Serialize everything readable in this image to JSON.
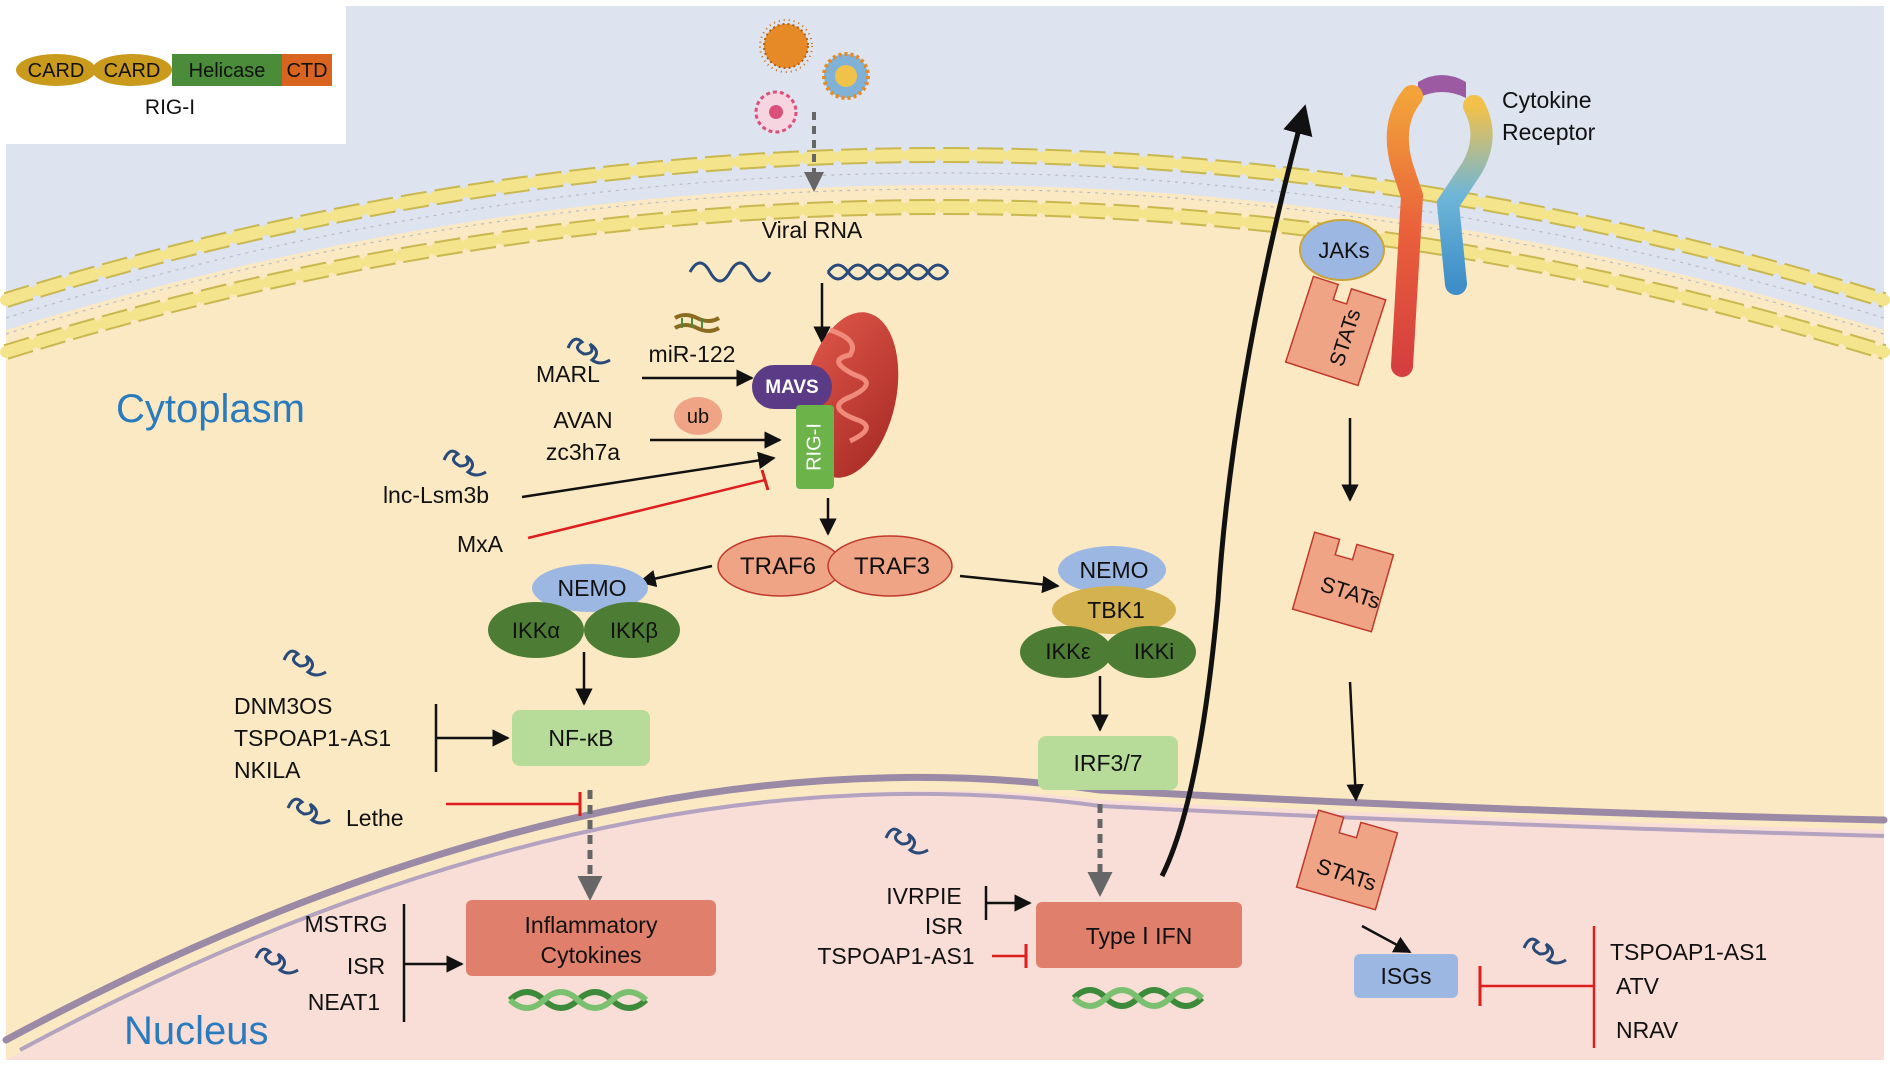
{
  "legend": {
    "domains": [
      "CARD",
      "CARD",
      "Helicase",
      "CTD"
    ],
    "name": "RIG-I"
  },
  "compartments": {
    "cytoplasm": "Cytoplasm",
    "nucleus": "Nucleus"
  },
  "receptor": {
    "line1": "Cytokine",
    "line2": "Receptor",
    "jaks": "JAKs",
    "stats": "STATs"
  },
  "viral_rna": "Viral RNA",
  "mavs": "MAVS",
  "rigi": "RIG-I",
  "regulators_rigi": {
    "marl": "MARL",
    "mir122": "miR-122",
    "ub": "ub",
    "avan": "AVAN",
    "zc3h7a": "zc3h7a",
    "lnclsm3b": "lnc-Lsm3b",
    "mxa": "MxA"
  },
  "traf6": "TRAF6",
  "traf3": "TRAF3",
  "nfkb_branch": {
    "nemo": "NEMO",
    "ikka": "IKKα",
    "ikkb": "IKKβ",
    "nfkb": "NF-κB",
    "regulators": [
      "DNM3OS",
      "TSPOAP1-AS1",
      "NKILA"
    ],
    "lethe": "Lethe"
  },
  "irf_branch": {
    "nemo": "NEMO",
    "tbk1": "TBK1",
    "ikke": "IKKε",
    "ikki": "IKKi",
    "irf": "IRF3/7"
  },
  "nucleus_products": {
    "inflammatory_line1": "Inflammatory",
    "inflammatory_line2": "Cytokines",
    "inflam_regulators": [
      "MSTRG",
      "ISR",
      "NEAT1"
    ],
    "ifn": "Type Ⅰ IFN",
    "ifn_regulators": [
      "IVRPIE",
      "ISR"
    ],
    "ifn_inhibitor": "TSPOAP1-AS1"
  },
  "jak_stat": {
    "stats": "STATs",
    "isgs": "ISGs",
    "isg_inhibitors": [
      "TSPOAP1-AS1",
      "ATV",
      "NRAV"
    ]
  },
  "colors": {
    "cell": "#fbe9c4",
    "nucleus": "#f9ded7",
    "salmon": "#f0a486",
    "nemo": "#9db7e3",
    "ikk": "#4d7d35",
    "nfkb": "#b7dc9a",
    "product": "#e07f6c",
    "inhibit": "#e01d1d",
    "title": "#2a7bbd"
  }
}
